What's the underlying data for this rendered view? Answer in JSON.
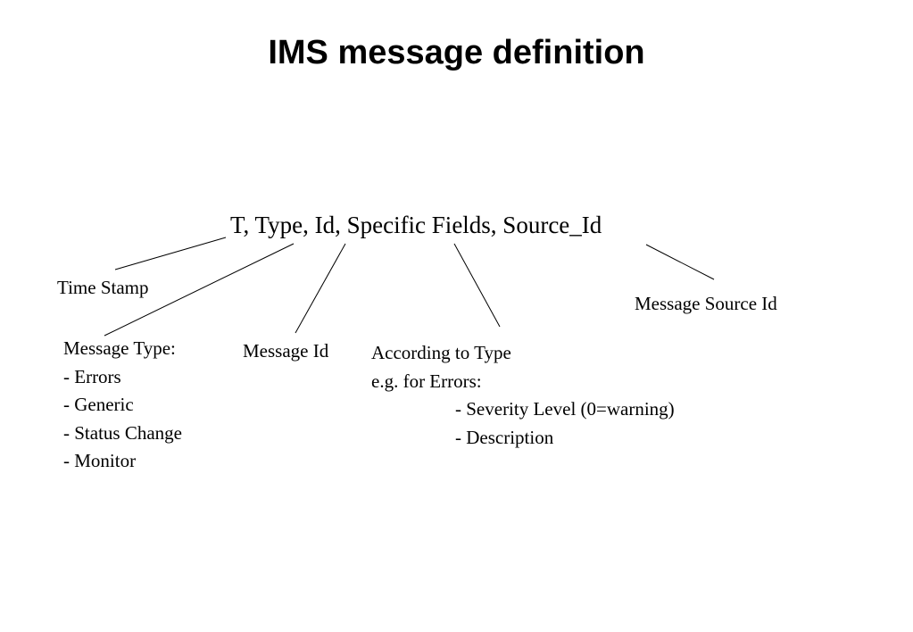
{
  "title": "IMS message definition",
  "record": "T, Type, Id, Specific Fields, Source_Id",
  "labels": {
    "time_stamp": "Time Stamp",
    "message_source_id": "Message Source Id",
    "message_id": "Message Id"
  },
  "message_type": {
    "heading": "Message Type:",
    "items": [
      "- Errors",
      "- Generic",
      "- Status Change",
      "- Monitor"
    ]
  },
  "specific_fields": {
    "line1": "According to Type",
    "line2": "e.g. for Errors:",
    "items": [
      "- Severity Level (0=warning)",
      "- Description"
    ]
  }
}
